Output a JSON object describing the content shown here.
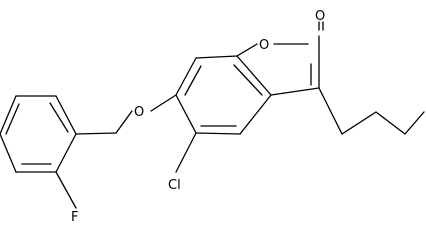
{
  "structure": {
    "atoms": {
      "carbonyl_oxygen": "O",
      "ring_oxygen": "O",
      "ether_oxygen": "O",
      "chlorine": "Cl",
      "fluorine": "F"
    }
  }
}
